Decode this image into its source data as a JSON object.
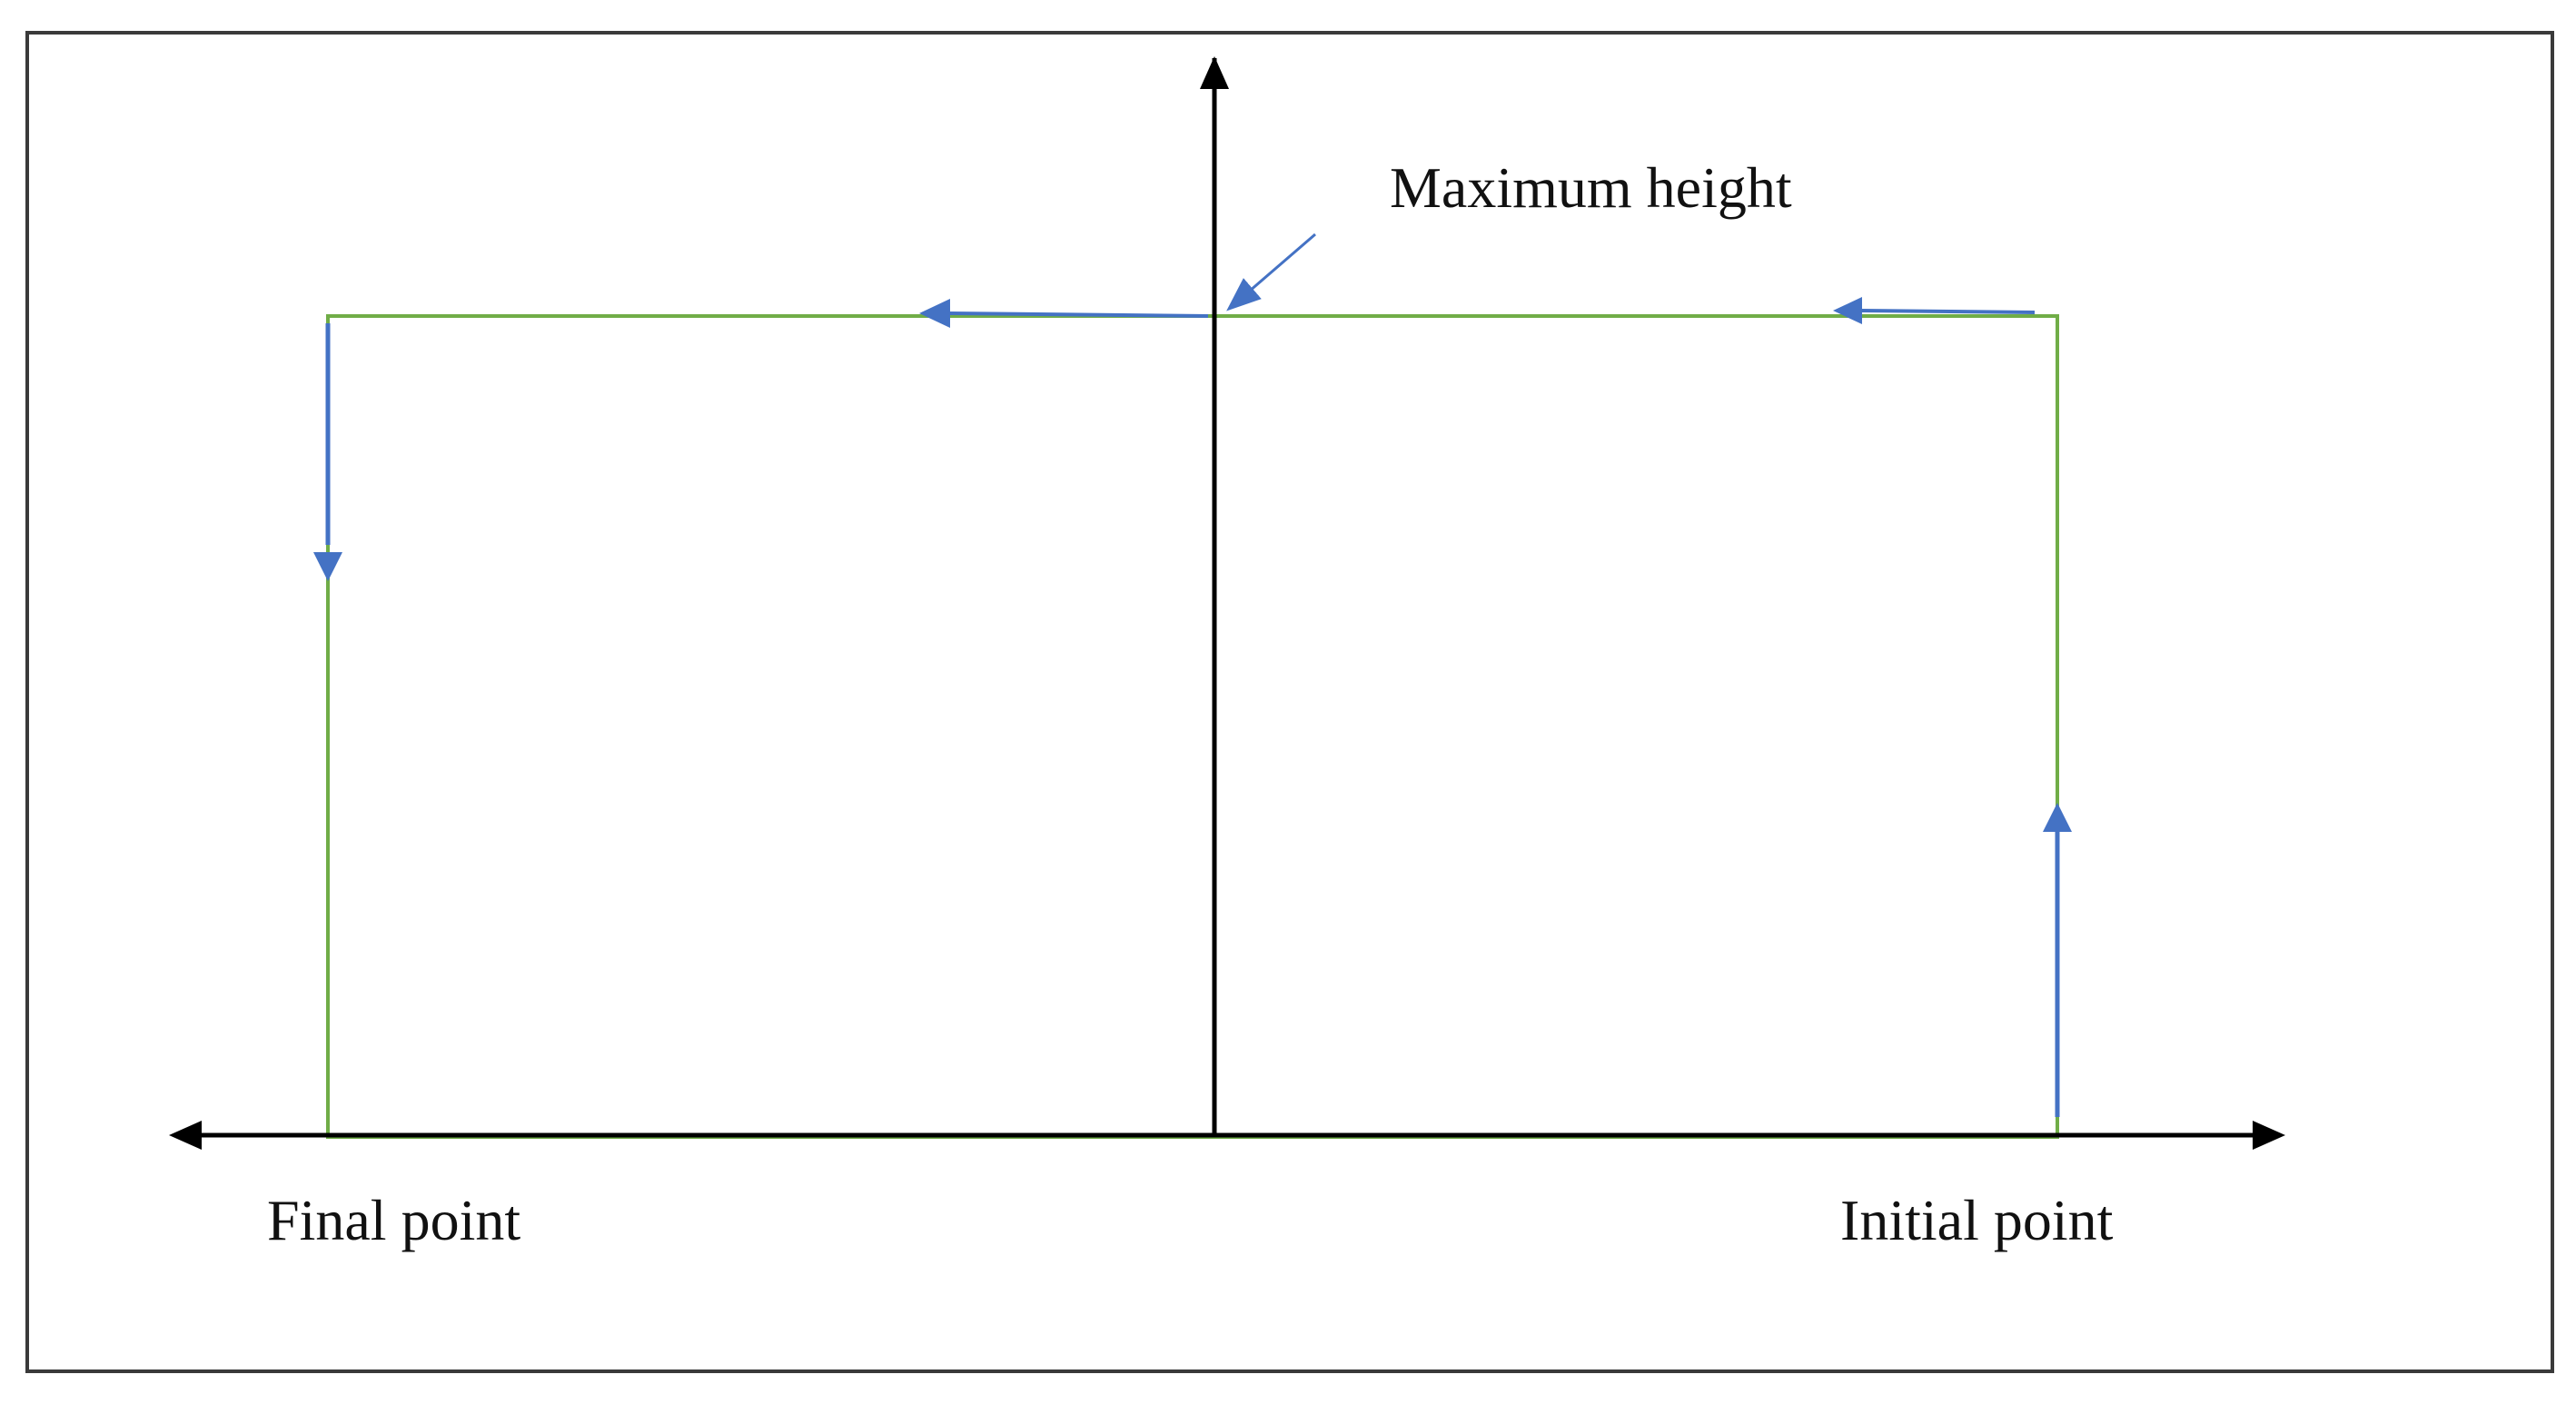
{
  "labels": {
    "maximum_height": "Maximum height",
    "final_point": "Final point",
    "initial_point": "Initial point"
  },
  "colors": {
    "frame": "#3a3a3a",
    "axis": "#000000",
    "path": "#70ad47",
    "direction_arrow": "#4472c4",
    "text": "#111111"
  }
}
